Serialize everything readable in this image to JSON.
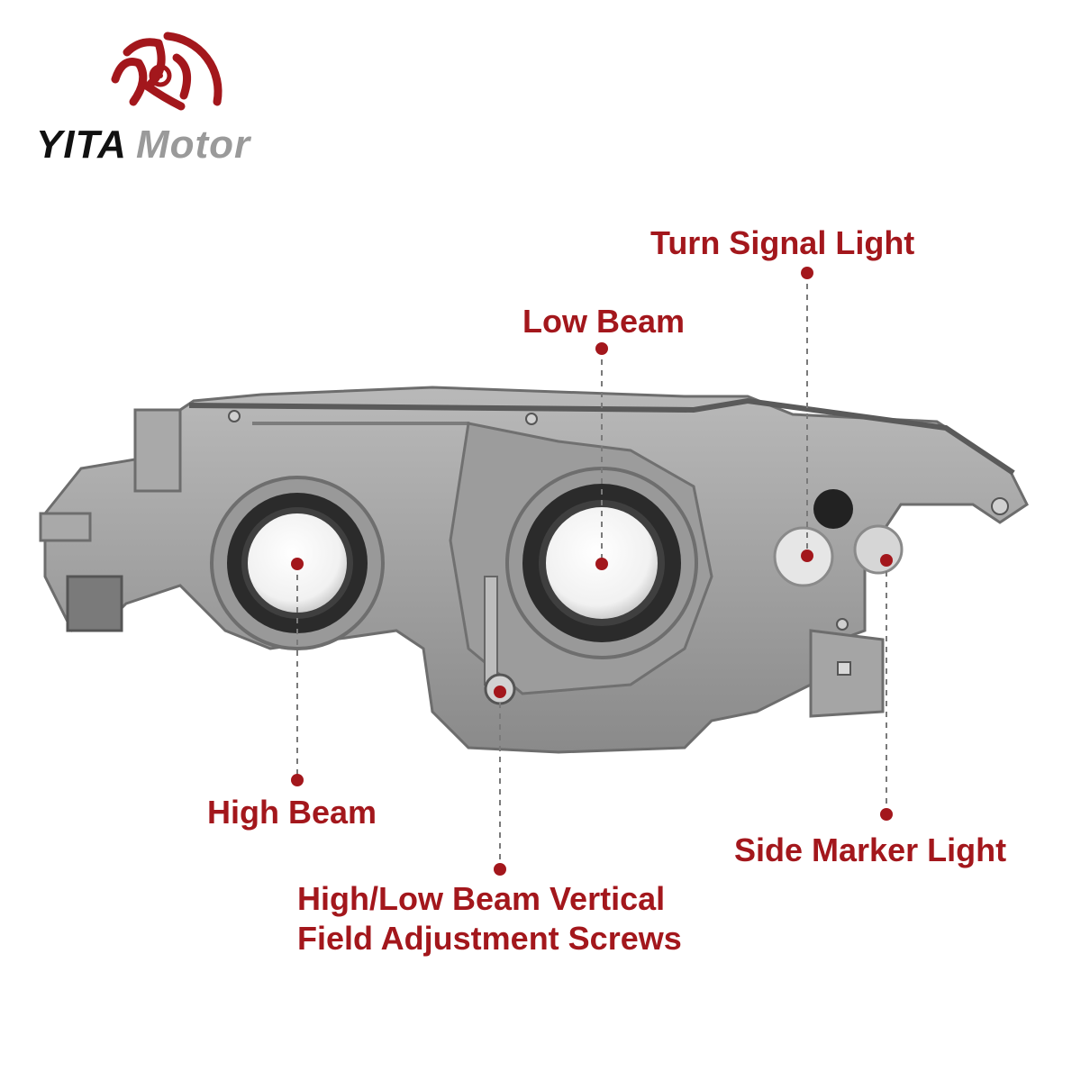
{
  "brand": {
    "name_primary": "YITA",
    "name_secondary": "Motor",
    "accent_color": "#a3171c",
    "logo_icon": "wheel-rim-icon"
  },
  "product": {
    "name": "headlight-assembly",
    "housing_color": "#9a9a9a"
  },
  "callouts": [
    {
      "id": "turn-signal-light",
      "label": "Turn Signal Light"
    },
    {
      "id": "low-beam",
      "label": "Low Beam"
    },
    {
      "id": "high-beam",
      "label": "High Beam"
    },
    {
      "id": "adjustment-screws",
      "label": "High/Low Beam Vertical\nField Adjustment Screws"
    },
    {
      "id": "side-marker-light",
      "label": "Side Marker Light"
    }
  ]
}
